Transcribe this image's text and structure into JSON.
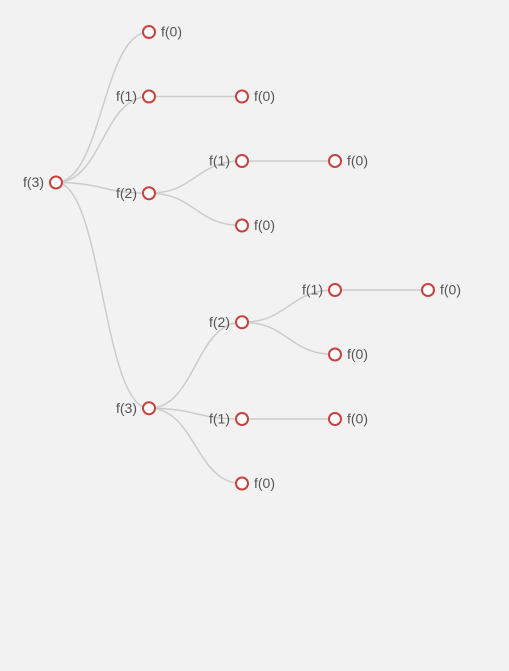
{
  "tree": {
    "label": "f(3)",
    "children": [
      {
        "label": "f(0)"
      },
      {
        "label": "f(1)",
        "children": [
          {
            "label": "f(0)"
          }
        ]
      },
      {
        "label": "f(2)",
        "children": [
          {
            "label": "f(1)",
            "children": [
              {
                "label": "f(0)"
              }
            ]
          },
          {
            "label": "f(0)"
          }
        ]
      },
      {
        "label": "f(3)",
        "children": [
          {
            "label": "f(2)",
            "children": [
              {
                "label": "f(1)",
                "children": [
                  {
                    "label": "f(0)"
                  }
                ]
              },
              {
                "label": "f(0)"
              }
            ]
          },
          {
            "label": "f(1)",
            "children": [
              {
                "label": "f(0)"
              }
            ]
          },
          {
            "label": "f(0)"
          }
        ]
      }
    ]
  },
  "colors": {
    "background": "#f2f2f2",
    "link": "#cccccc",
    "node_stroke": "#c9423d",
    "node_fill": "#ffffff",
    "label": "#555555"
  }
}
